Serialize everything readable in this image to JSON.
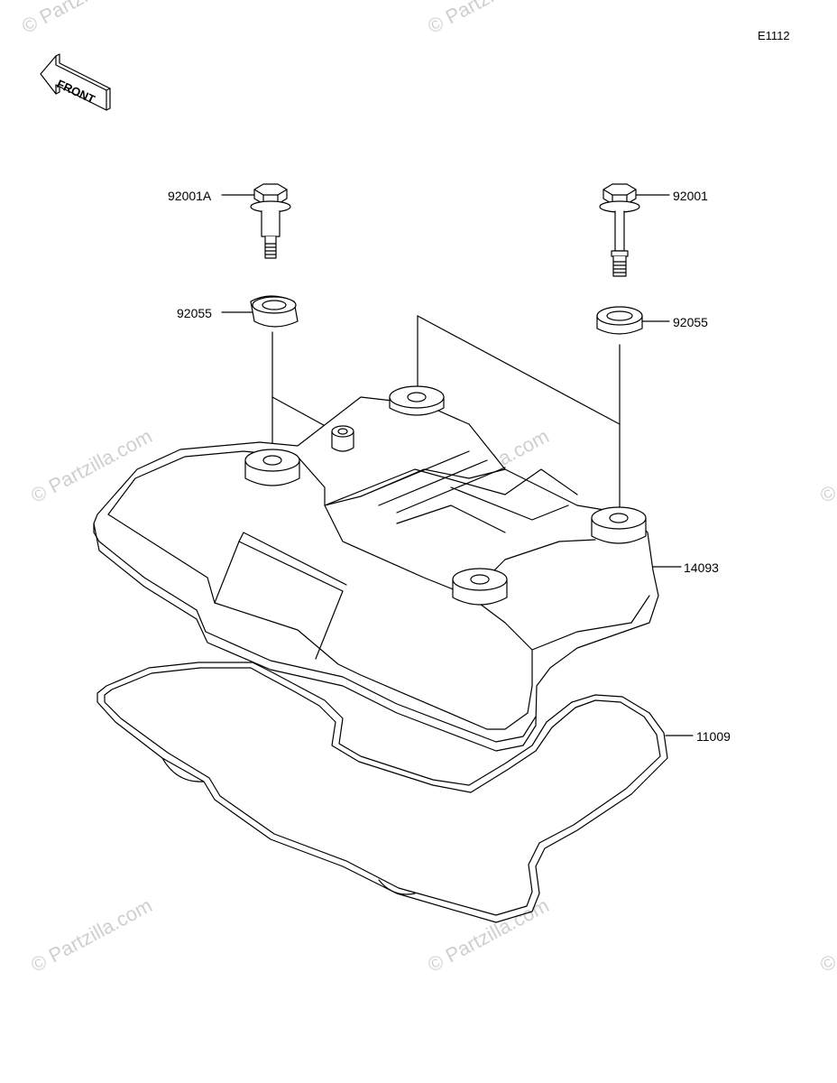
{
  "diagram": {
    "code": "E1112",
    "front_label": "FRONT",
    "watermark": "© Partzilla.com",
    "parts": [
      {
        "id": "p1",
        "number": "92001A"
      },
      {
        "id": "p2",
        "number": "92001"
      },
      {
        "id": "p3",
        "number": "92055"
      },
      {
        "id": "p4",
        "number": "92055"
      },
      {
        "id": "p5",
        "number": "14093"
      },
      {
        "id": "p6",
        "number": "11009"
      }
    ]
  }
}
